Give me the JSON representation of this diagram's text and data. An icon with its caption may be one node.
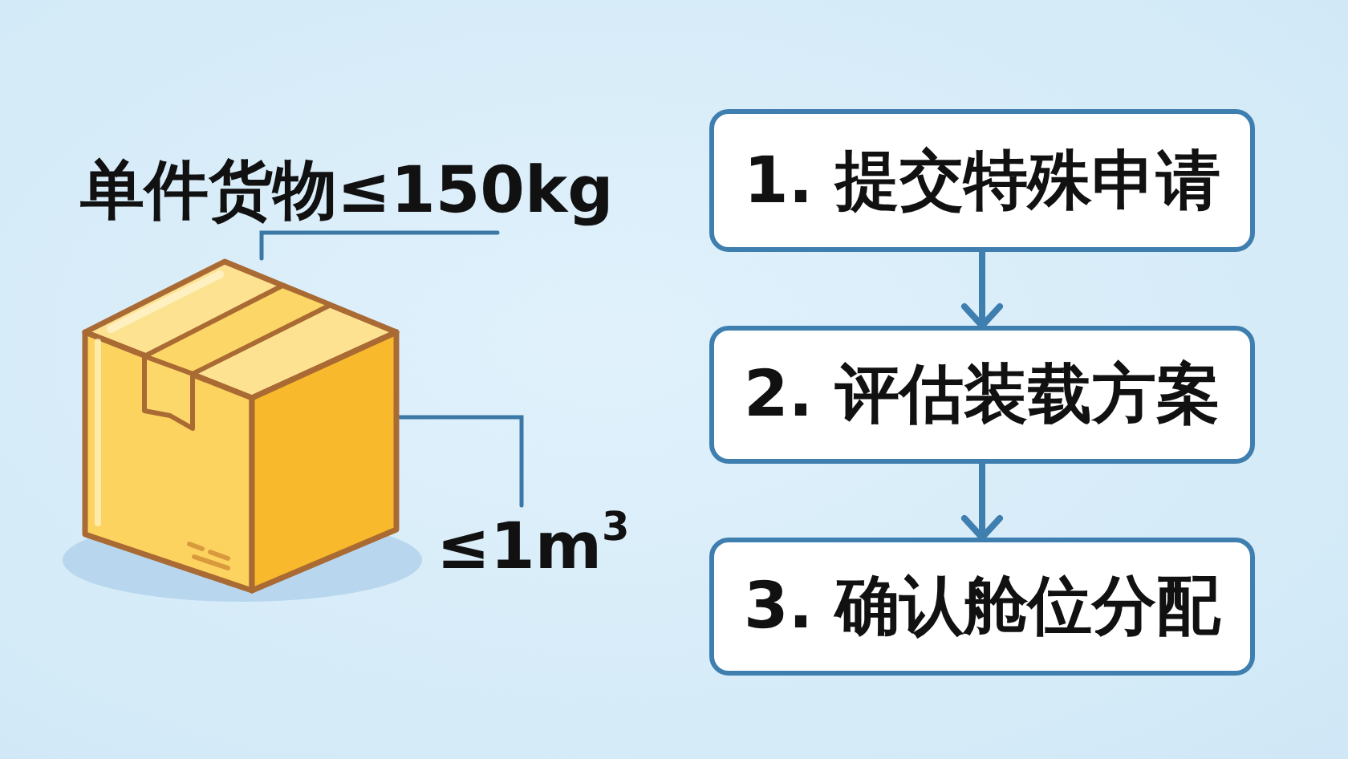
{
  "diagram": {
    "nodes": [
      {
        "text": [
          "单件货物≤150kg"
        ]
      },
      {
        "text": [],
        "shape": "picture"
      },
      {
        "text": [
          "≤1m$^{3}$"
        ]
      },
      {
        "text": [
          "1. 提交特殊申请"
        ]
      },
      {
        "text": [
          "2. 评估装载方案"
        ]
      },
      {
        "text": [
          "3. 确认舱位分配"
        ]
      }
    ],
    "edges": [
      {
        "from": 0,
        "to": 1,
        "arrow": "none"
      },
      {
        "from": 2,
        "to": 1,
        "arrow": "none"
      },
      {
        "from": 3,
        "to": 4,
        "arrow": "to"
      },
      {
        "from": 4,
        "to": 5,
        "arrow": "to"
      }
    ]
  }
}
